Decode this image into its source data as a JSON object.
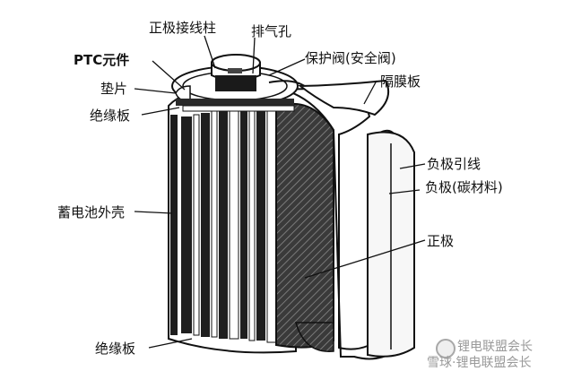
{
  "diagram": {
    "labels": {
      "positive_terminal": "正极接线柱",
      "vent_hole": "排气孔",
      "ptc_element": "PTC元件",
      "safety_valve": "保护阀(安全阀)",
      "gasket": "垫片",
      "separator": "隔膜板",
      "top_insulator": "绝缘板",
      "negative_lead": "负极引线",
      "negative_electrode": "负极(碳材料)",
      "battery_case": "蓄电池外壳",
      "positive_electrode": "正极",
      "bottom_insulator": "绝缘板"
    },
    "watermark": {
      "line1": "锂电联盟会长",
      "line2": "雪球·锂电联盟会长"
    }
  },
  "colors": {
    "line": "#111111",
    "hatch_dark": "#2b2b2b",
    "sheet_light": "#f4f4f4",
    "background": "#ffffff"
  }
}
